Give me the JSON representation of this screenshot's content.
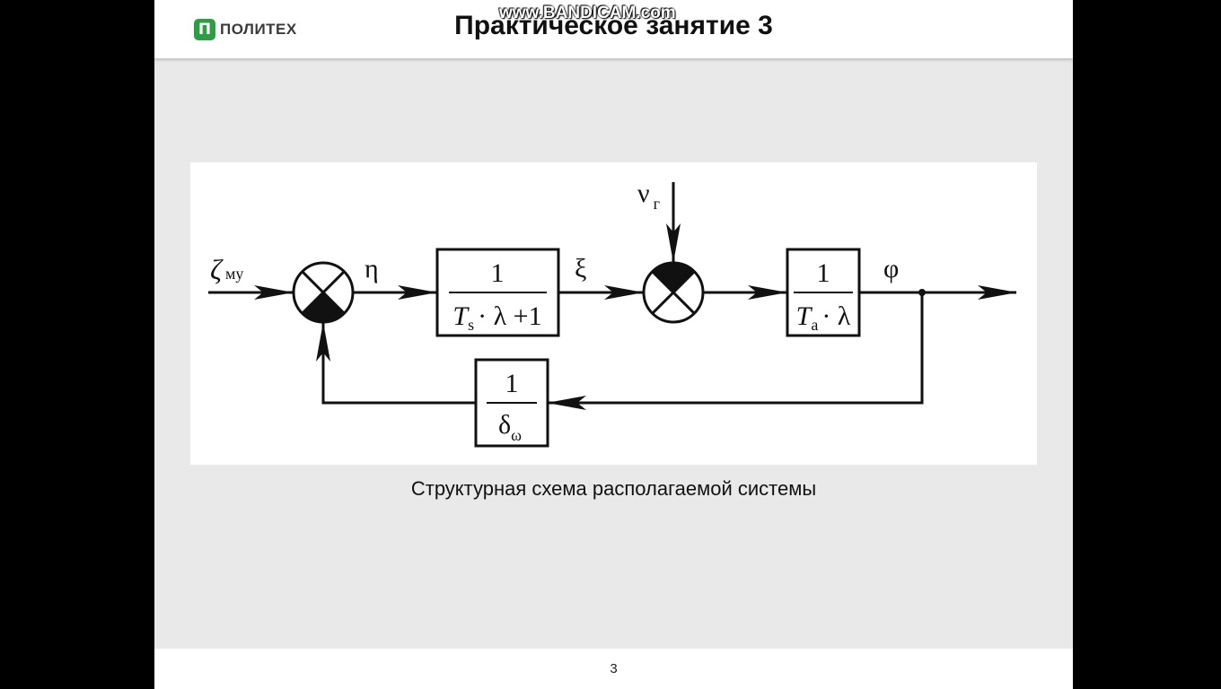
{
  "header": {
    "logo_mark": "П",
    "logo_text": "ПОЛИТЕХ",
    "title": "Практическое занятие 3"
  },
  "watermark": "www.BANDICAM.com",
  "diagram": {
    "input_signal": "ζ",
    "input_subscript": "му",
    "signal_eta": "η",
    "signal_xi": "ξ",
    "disturbance": "ν",
    "disturbance_subscript": "г",
    "output_signal": "φ",
    "block1": {
      "numerator": "1",
      "T": "T",
      "T_sub": "s",
      "rest": "· λ +1"
    },
    "block2": {
      "numerator": "1",
      "T": "T",
      "T_sub": "a",
      "rest": "· λ"
    },
    "feedback": {
      "numerator": "1",
      "delta": "δ",
      "delta_sub": "ω"
    }
  },
  "caption": "Структурная схема располагаемой системы",
  "footer": {
    "page_number": "3"
  },
  "colors": {
    "logo_green": "#2e9e45",
    "slide_bg": "#e9e9e9"
  }
}
